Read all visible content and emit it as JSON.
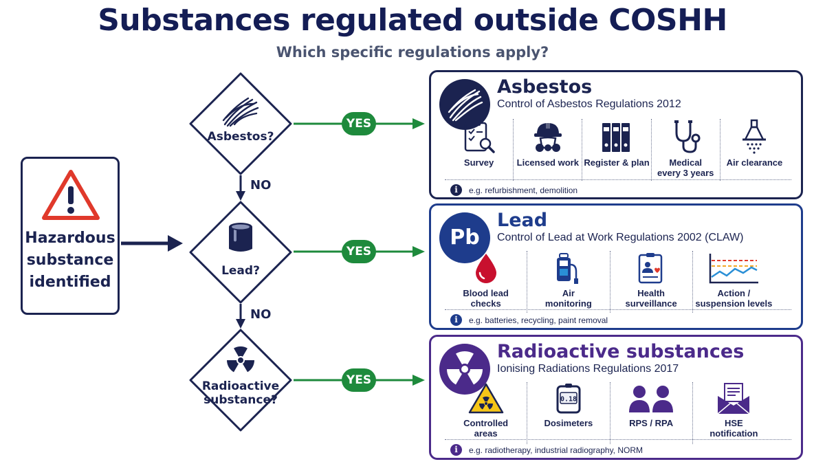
{
  "title": "Substances regulated outside COSHH",
  "subtitle": "Which specific regulations apply?",
  "start": {
    "line1": "Hazardous",
    "line2": "substance",
    "line3": "identified",
    "icon": "warning-triangle-icon"
  },
  "decisions": [
    {
      "label": "Asbestos?",
      "icon": "asbestos-fibres-icon"
    },
    {
      "label": "Lead?",
      "icon": "paint-tin-icon"
    },
    {
      "label_line1": "Radioactive",
      "label_line2": "substance?",
      "icon": "radiation-icon"
    }
  ],
  "yes_label": "YES",
  "no_label": "NO",
  "panels": {
    "asbestos": {
      "title": "Asbestos",
      "regulation": "Control of Asbestos Regulations 2012",
      "icon": "asbestos-fibres-icon",
      "items": [
        {
          "label": "Survey",
          "icon": "clipboard-magnifier-icon"
        },
        {
          "label": "Licensed work",
          "icon": "hardhat-respirator-icon"
        },
        {
          "label": "Register & plan",
          "icon": "binders-icon"
        },
        {
          "label_line1": "Medical",
          "label_line2": "every 3 years",
          "icon": "stethoscope-icon"
        },
        {
          "label": "Air clearance",
          "icon": "air-extractor-icon"
        }
      ],
      "info": "e.g. refurbishment, demolition",
      "color": "#1b2350"
    },
    "lead": {
      "title": "Lead",
      "regulation": "Control of Lead at Work Regulations 2002 (CLAW)",
      "icon_text": "Pb",
      "items": [
        {
          "label_line1": "Blood lead",
          "label_line2": "checks",
          "icon": "blood-drop-icon"
        },
        {
          "label_line1": "Air",
          "label_line2": "monitoring",
          "icon": "air-pump-icon"
        },
        {
          "label_line1": "Health",
          "label_line2": "surveillance",
          "icon": "health-record-icon"
        },
        {
          "label_line1": "Action /",
          "label_line2": "suspension levels",
          "icon": "line-graph-icon"
        }
      ],
      "info": "e.g. batteries, recycling, paint removal",
      "color": "#1e3c8c"
    },
    "radioactive": {
      "title": "Radioactive substances",
      "regulation": "Ionising Radiations Regulations 2017",
      "icon": "radiation-icon",
      "items": [
        {
          "label_line1": "Controlled",
          "label_line2": "areas",
          "icon": "radiation-warning-sign-icon"
        },
        {
          "label": "Dosimeters",
          "icon": "dosimeter-icon",
          "readout": "0.18"
        },
        {
          "label": "RPS / RPA",
          "icon": "people-icon"
        },
        {
          "label_line1": "HSE",
          "label_line2": "notification",
          "icon": "envelope-document-icon"
        }
      ],
      "info": "e.g. radiotherapy, industrial radiography, NORM",
      "color": "#4b2a8a"
    }
  },
  "colors": {
    "navy": "#1b2350",
    "green": "#1e8a3c",
    "red": "#e0392b",
    "blue": "#1e3c8c",
    "purple": "#4b2a8a",
    "yellow": "#f5c518"
  }
}
